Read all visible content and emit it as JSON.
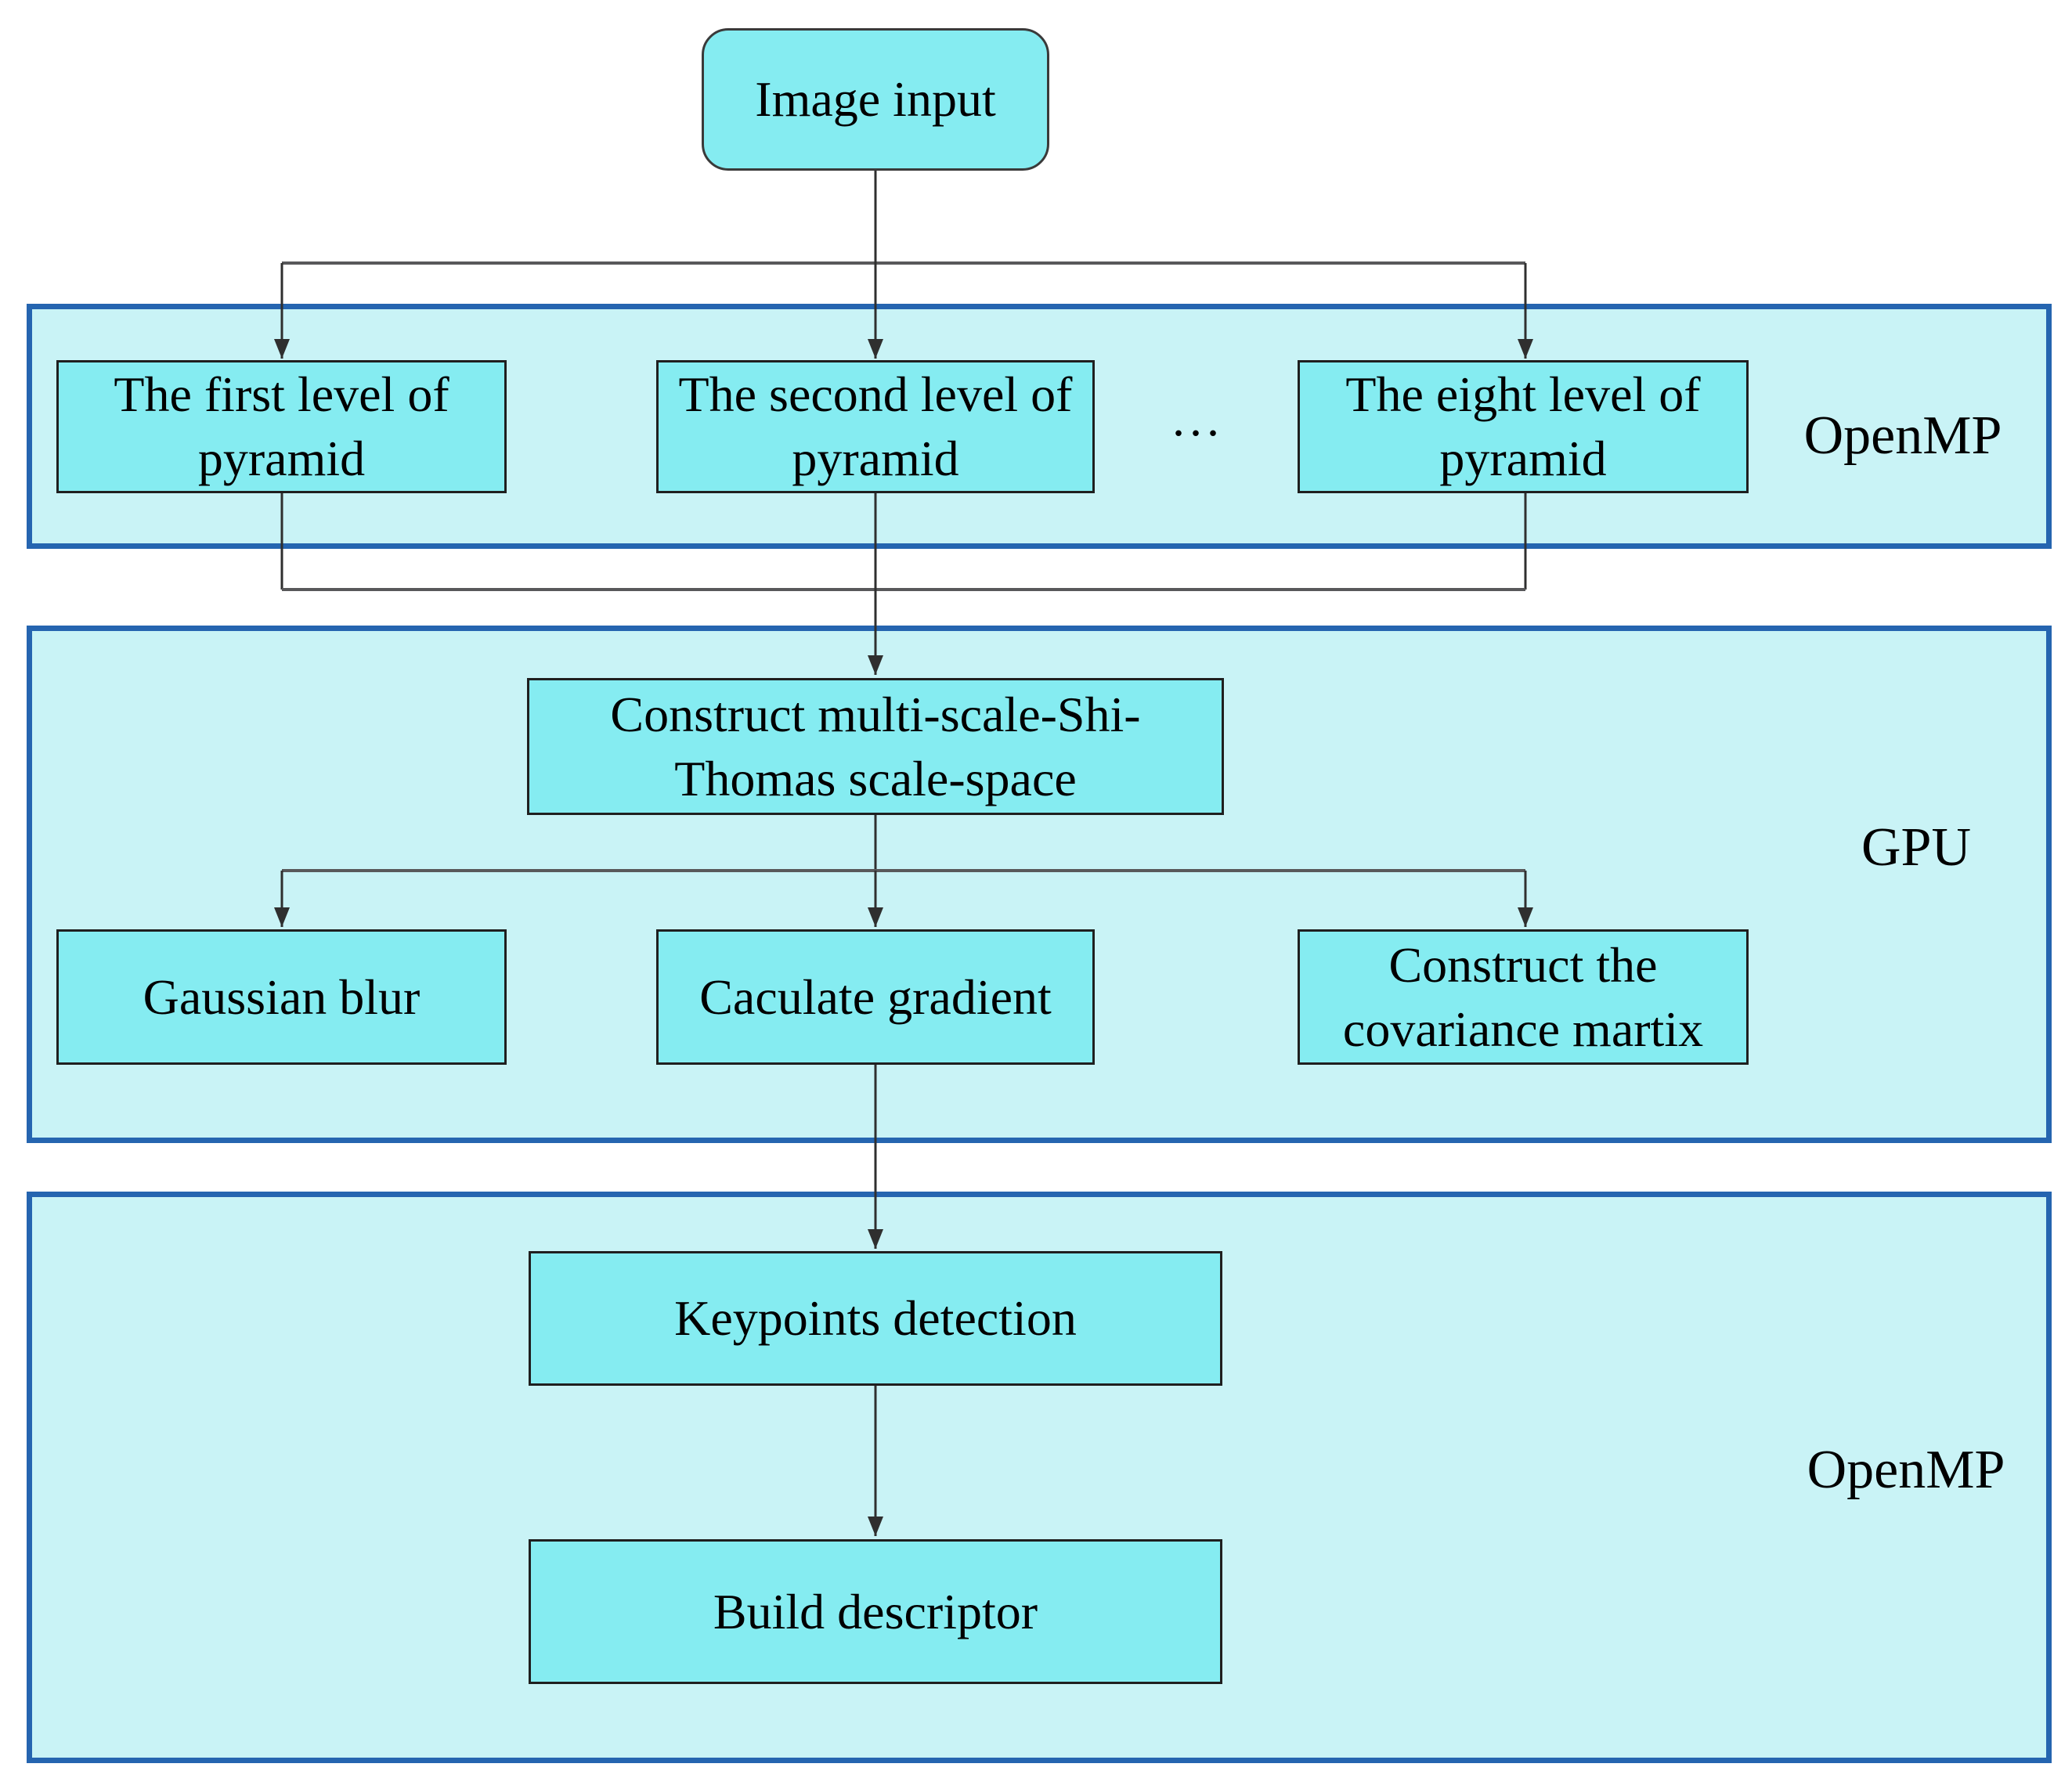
{
  "nodes": {
    "image_input": "Image input",
    "pyramid_first": "The first level of\npyramid",
    "pyramid_second": "The second level of\npyramid",
    "pyramid_eighth": "The eight level of\npyramid",
    "construct_scale_space": "Construct multi-scale-Shi-\nThomas scale-space",
    "gaussian_blur": "Gaussian blur",
    "calculate_gradient": "Caculate gradient",
    "covariance_matrix": "Construct the\ncovariance martix",
    "keypoints_detection": "Keypoints detection",
    "build_descriptor": "Build descriptor"
  },
  "labels": {
    "section_top": "OpenMP",
    "section_middle": "GPU",
    "section_bottom": "OpenMP",
    "ellipsis": "..."
  },
  "colors": {
    "node_fill": "#85ecf1",
    "node_border": "#1f1f1f",
    "section_fill": "#c9f3f6",
    "section_border": "#2565b0",
    "connector": "#2f2f2f",
    "branch_line": "#58585a",
    "text": "#000000",
    "background": "#ffffff"
  }
}
